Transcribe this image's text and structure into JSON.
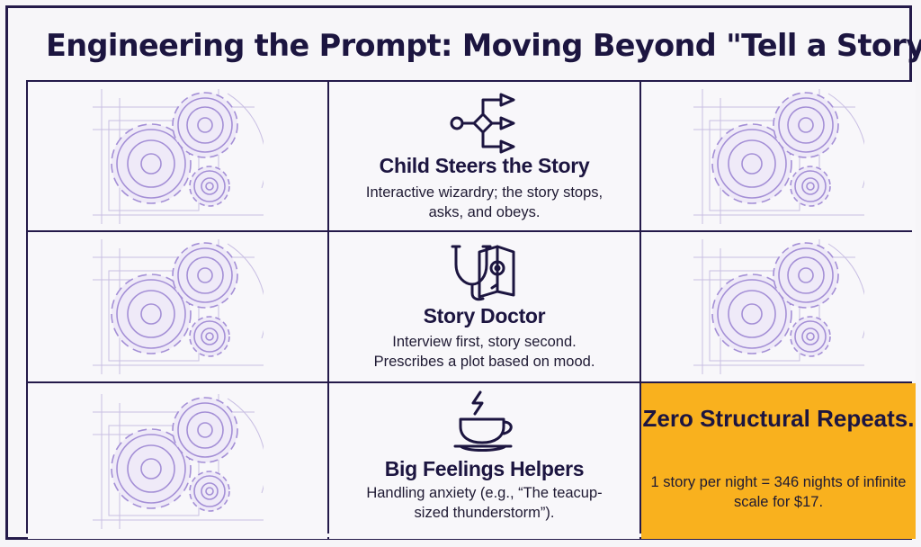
{
  "title": "Engineering the Prompt: Moving Beyond \"Tell a Story\"",
  "colors": {
    "ink": "#1c1540",
    "gear": "#a48fd6",
    "accent": "#f9b11e",
    "background": "#f7f6f9"
  },
  "cards": [
    {
      "icon": "branching-flow-icon",
      "heading": "Child Steers the Story",
      "body": "Interactive wizardry; the story stops, asks, and obeys."
    },
    {
      "icon": "stethoscope-book-icon",
      "heading": "Story Doctor",
      "body": "Interview first, story second. Prescribes a plot based on mood."
    },
    {
      "icon": "teacup-storm-icon",
      "heading": "Big Feelings Helpers",
      "body": "Handling anxiety (e.g., “The teacup-sized thunderstorm”)."
    }
  ],
  "callout": {
    "heading": "Zero Structural Repeats.",
    "body": "1 story per night = 346 nights of infinite scale for $17."
  }
}
